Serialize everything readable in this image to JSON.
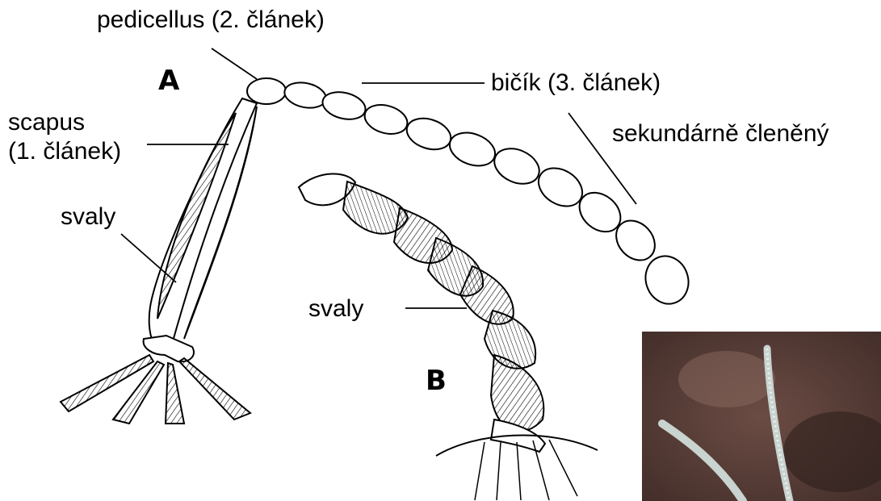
{
  "labels": {
    "pedicellus": "pedicellus (2. článek)",
    "bicik": "bičík (3. článek)",
    "sekundarne": "sekundárně členěný",
    "scapus_line1": "scapus",
    "scapus_line2": "(1. článek)",
    "svaly_a": "svaly",
    "svaly_b": "svaly",
    "letter_a": "A",
    "letter_b": "B"
  },
  "colors": {
    "ink": "#000000",
    "background": "#ffffff",
    "photo_bg": "#5a403a",
    "antenna_photo": "#c9d3cf"
  }
}
